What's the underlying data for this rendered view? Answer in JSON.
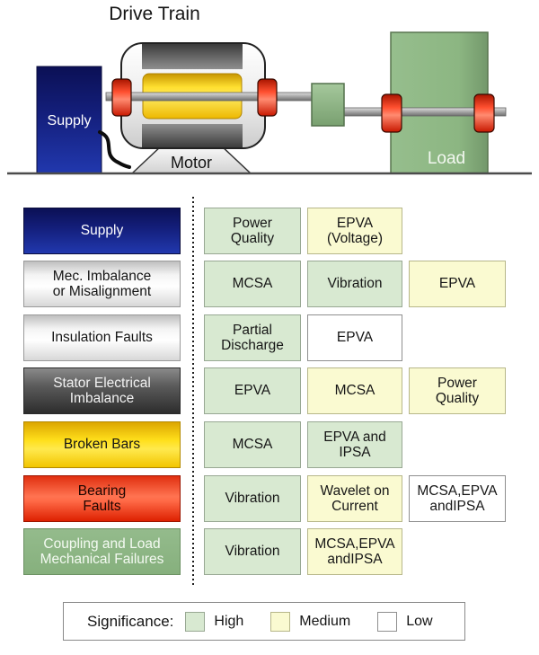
{
  "title": "Drive Train",
  "colors": {
    "high": "#d8e9d1",
    "medium": "#fafad1",
    "low": "#ffffff"
  },
  "diagram": {
    "supply_label": "Supply",
    "motor_label": "Motor",
    "load_label": "Load"
  },
  "matrix": {
    "rows": [
      {
        "fault": "Supply",
        "style": "navy",
        "cells": [
          {
            "text": "Power\nQuality",
            "level": "high"
          },
          {
            "text": "EPVA\n(Voltage)",
            "level": "medium"
          }
        ]
      },
      {
        "fault": "Mec. Imbalance\nor Misalignment",
        "style": "silver",
        "cells": [
          {
            "text": "MCSA",
            "level": "high"
          },
          {
            "text": "Vibration",
            "level": "high"
          },
          {
            "text": "EPVA",
            "level": "medium"
          }
        ]
      },
      {
        "fault": "Insulation Faults",
        "style": "silver",
        "cells": [
          {
            "text": "Partial\nDischarge",
            "level": "high"
          },
          {
            "text": "EPVA",
            "level": "low"
          }
        ]
      },
      {
        "fault": "Stator Electrical\nImbalance",
        "style": "steel",
        "cells": [
          {
            "text": "EPVA",
            "level": "high"
          },
          {
            "text": "MCSA",
            "level": "medium"
          },
          {
            "text": "Power\nQuality",
            "level": "medium"
          }
        ]
      },
      {
        "fault": "Broken Bars",
        "style": "gold",
        "cells": [
          {
            "text": "MCSA",
            "level": "high"
          },
          {
            "text": "EPVA and\nIPSA",
            "level": "high"
          }
        ]
      },
      {
        "fault": "Bearing\nFaults",
        "style": "red",
        "cells": [
          {
            "text": "Vibration",
            "level": "high"
          },
          {
            "text": "Wavelet on\nCurrent",
            "level": "medium"
          },
          {
            "text": "MCSA,EPVA\nandIPSA",
            "level": "low"
          }
        ]
      },
      {
        "fault": "Coupling and Load\nMechanical Failures",
        "style": "green",
        "cells": [
          {
            "text": "Vibration",
            "level": "high"
          },
          {
            "text": "MCSA,EPVA\nandIPSA",
            "level": "medium"
          }
        ]
      }
    ]
  },
  "legend": {
    "label": "Significance:",
    "items": [
      {
        "label": "High",
        "level": "high"
      },
      {
        "label": "Medium",
        "level": "medium"
      },
      {
        "label": "Low",
        "level": "low"
      }
    ]
  }
}
